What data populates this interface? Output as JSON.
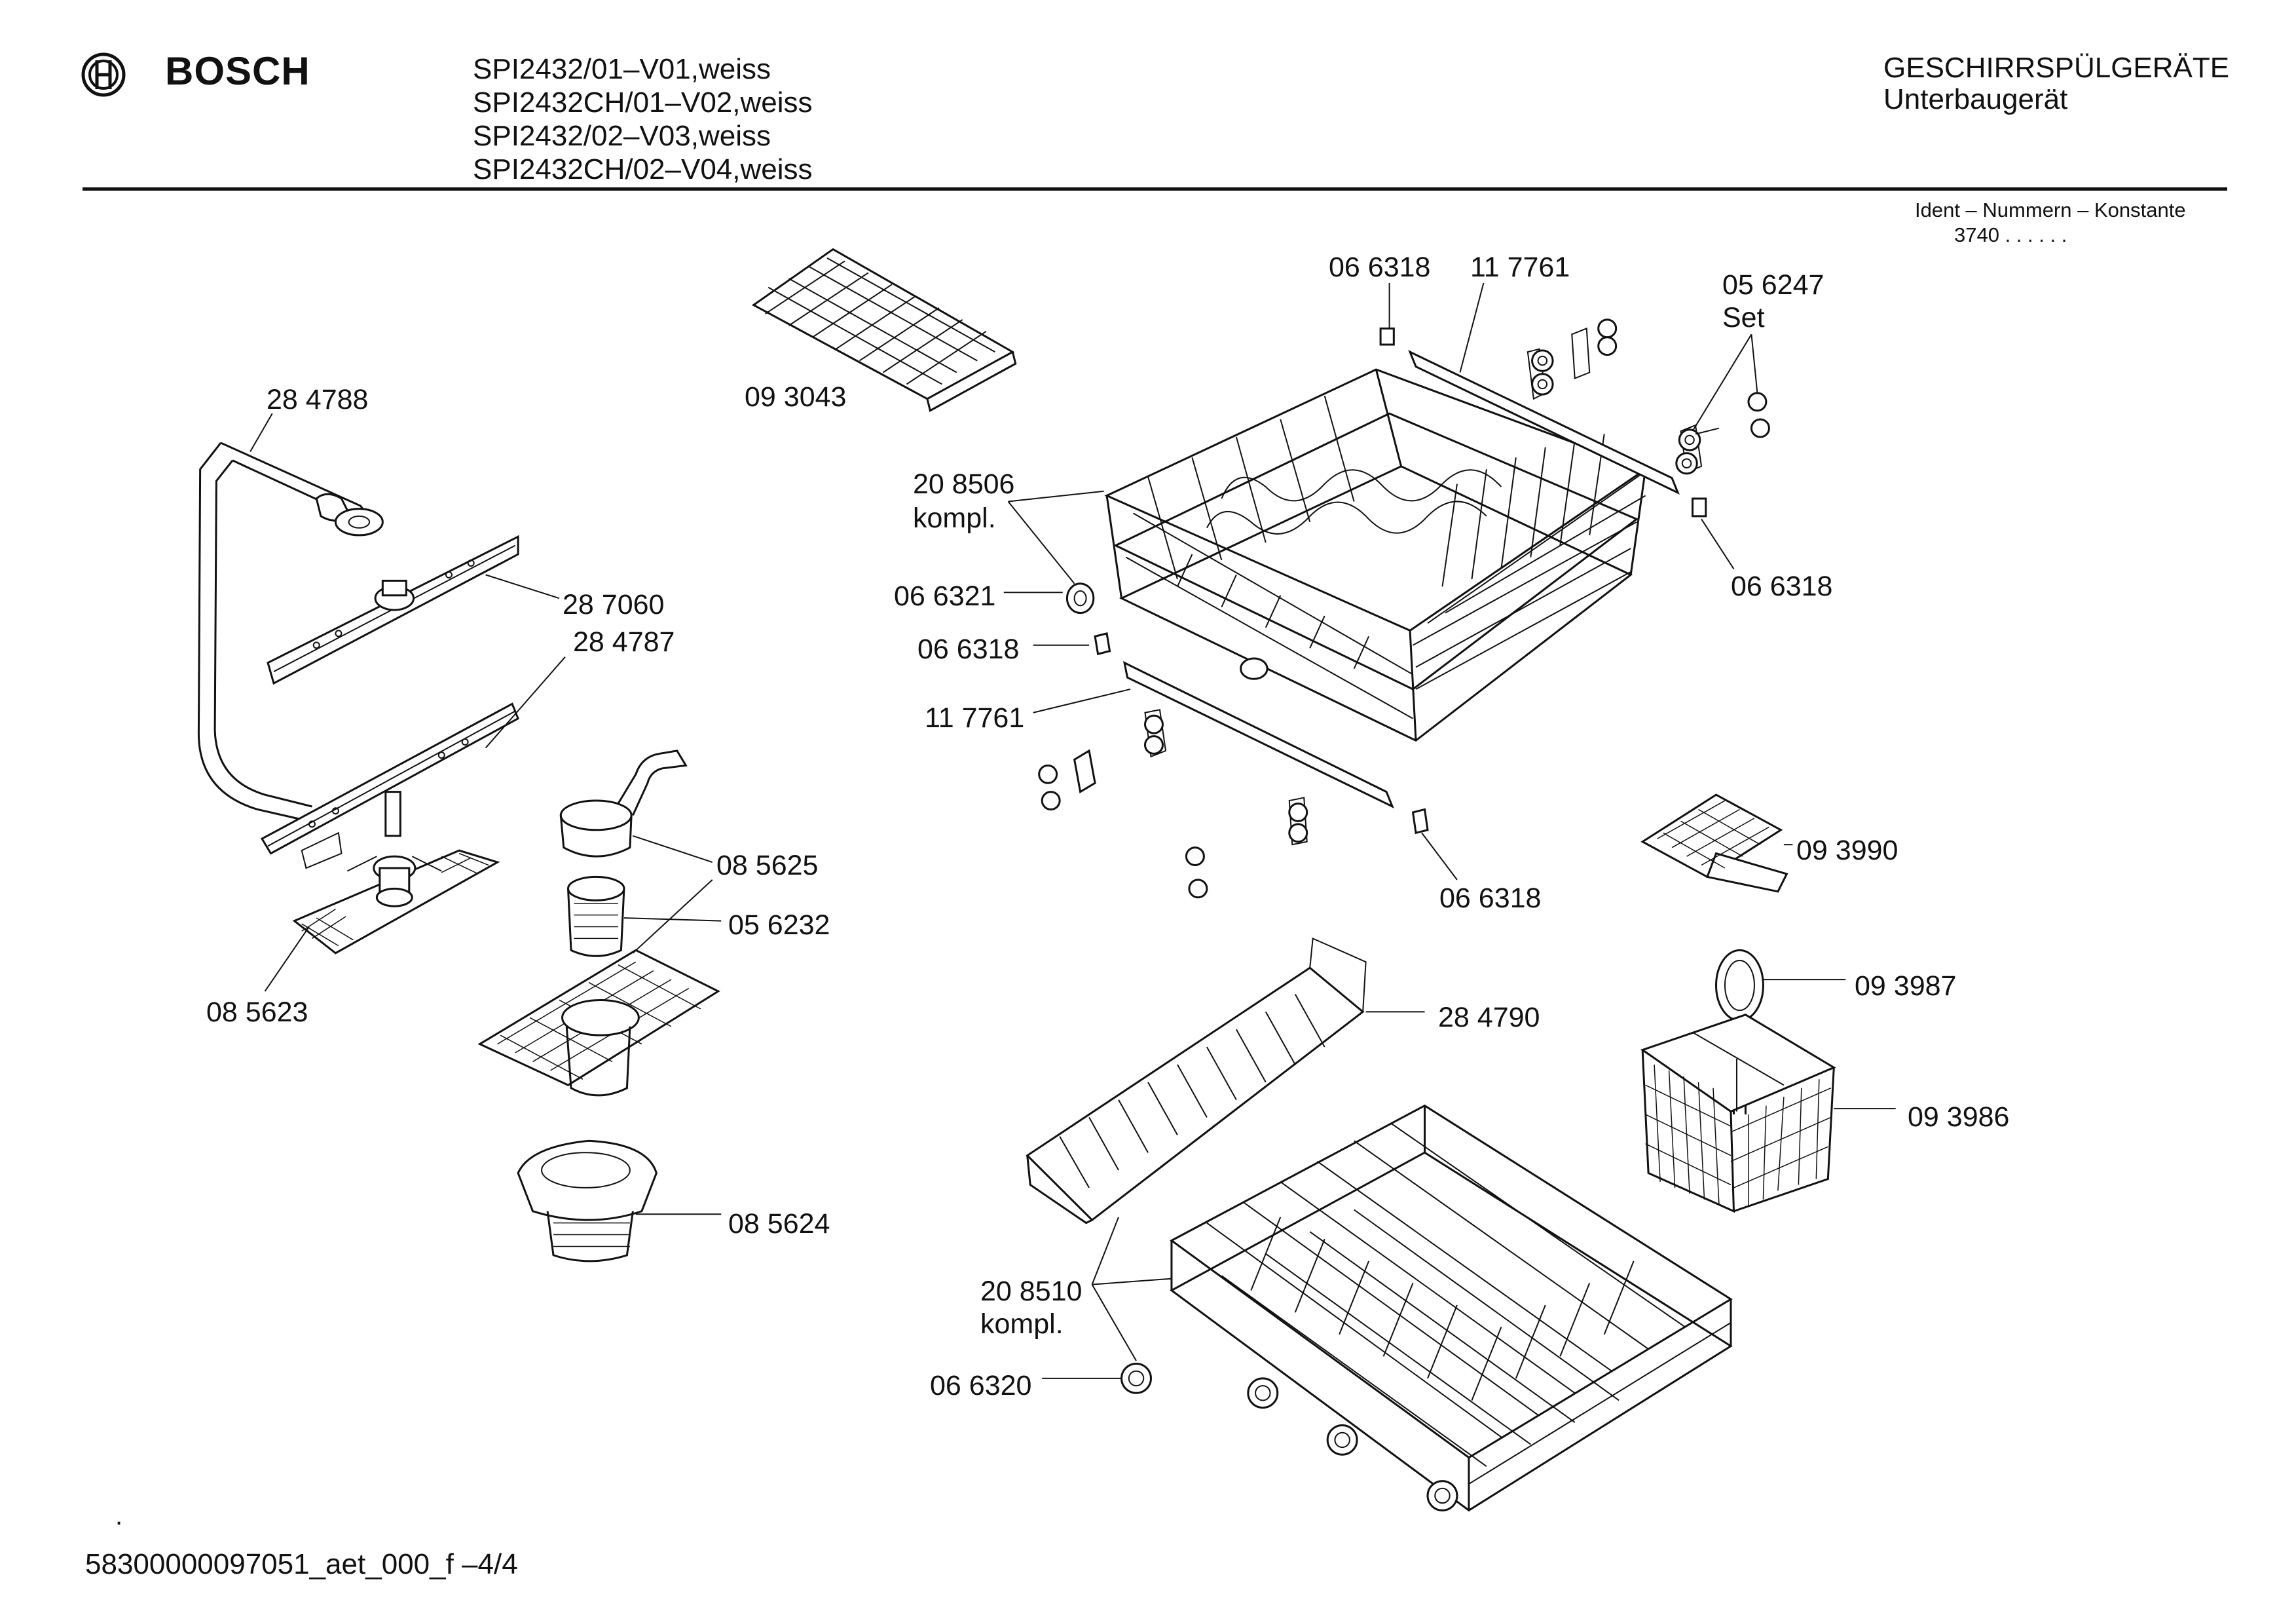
{
  "header": {
    "brand": "BOSCH",
    "logo_icon": "bosch-armature-icon",
    "models": [
      "SPI2432/01–V01,weiss",
      "SPI2432CH/01–V02,weiss",
      "SPI2432/02–V03,weiss",
      "SPI2432CH/02–V04,weiss"
    ],
    "category": "GESCHIRRSPÜLGERÄTE",
    "subcategory": "Unterbaugerät",
    "ident_label": "Ident – Nummern – Konstante",
    "ident_value": "3740 . .   . . . ."
  },
  "parts": {
    "p284788": "28 4788",
    "p287060": "28 7060",
    "p284787": "28 4787",
    "p093043": "09 3043",
    "p208506": "20 8506",
    "p208506_note": "kompl.",
    "p066321": "06 6321",
    "p066318_a": "06 6318",
    "p117761_a": "11 7761",
    "p066318_top": "06 6318",
    "p117761_top": "11 7761",
    "p056247": "05 6247",
    "p056247_note": "Set",
    "p066318_right": "06 6318",
    "p066318_bottom": "06 6318",
    "p093990": "09 3990",
    "p085625": "08 5625",
    "p056232": "05 6232",
    "p085623": "08 5623",
    "p085624": "08 5624",
    "p284790": "28 4790",
    "p093987": "09 3987",
    "p093986": "09 3986",
    "p208510": "20 8510",
    "p208510_note": "kompl.",
    "p066320": "06 6320"
  },
  "footer": {
    "doc_id": "58300000097051_aet_000_f  –4/4",
    "mark": "."
  }
}
